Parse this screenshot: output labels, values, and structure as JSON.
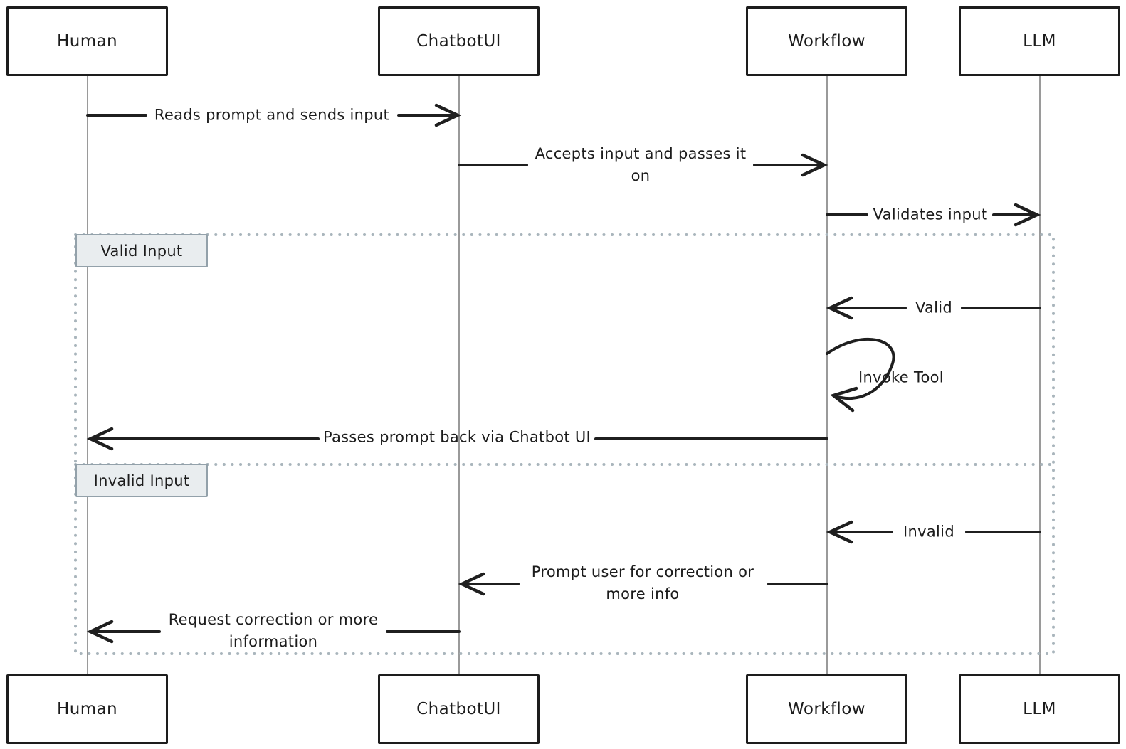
{
  "diagram_type": "sequence",
  "actors": [
    {
      "name": "Human"
    },
    {
      "name": "ChatbotUI"
    },
    {
      "name": "Workflow"
    },
    {
      "name": "LLM"
    }
  ],
  "messages": [
    {
      "from": "Human",
      "to": "ChatbotUI",
      "label": "Reads prompt and sends input"
    },
    {
      "from": "ChatbotUI",
      "to": "Workflow",
      "label": "Accepts input and passes it on"
    },
    {
      "from": "Workflow",
      "to": "LLM",
      "label": "Validates input"
    },
    {
      "from": "LLM",
      "to": "Workflow",
      "label": "Valid"
    },
    {
      "from": "Workflow",
      "to": "Workflow",
      "label": "Invoke Tool"
    },
    {
      "from": "Workflow",
      "to": "Human",
      "label": "Passes prompt back via Chatbot UI"
    },
    {
      "from": "LLM",
      "to": "Workflow",
      "label": "Invalid"
    },
    {
      "from": "Workflow",
      "to": "ChatbotUI",
      "label": "Prompt user for correction or more info"
    },
    {
      "from": "ChatbotUI",
      "to": "Human",
      "label": "Request correction or more information"
    }
  ],
  "sections": [
    {
      "label": "Valid Input"
    },
    {
      "label": "Invalid Input"
    }
  ],
  "colors": {
    "background": "#ffffff",
    "message_line": "#1f1f1f",
    "lifeline": "#9a9a9a",
    "frame_border": "#a9b5bc",
    "section_label_bg": "#e9edef",
    "section_label_border": "#93a1aa",
    "text": "#1c1c1c"
  }
}
